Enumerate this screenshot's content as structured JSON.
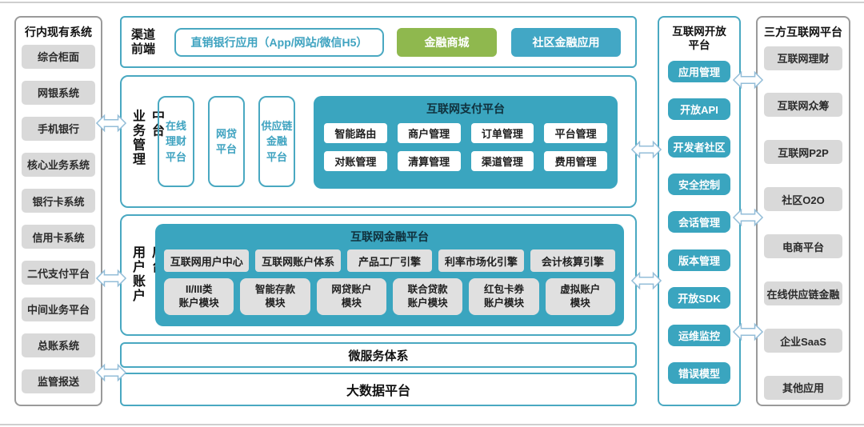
{
  "colors": {
    "teal_fill": "#3AA5BF",
    "teal_border": "#49A8C1",
    "teal_text": "#3FA3C0",
    "green_fill": "#8FB84E",
    "blue_fill": "#42A7C5",
    "gray_fill": "#D9D9D9",
    "gray_border": "#9A9A9A",
    "arrow_stroke": "#93BDD8"
  },
  "left_panel": {
    "title": "行内现有系统",
    "items": [
      "综合柜面",
      "网银系统",
      "手机银行",
      "核心业务系统",
      "银行卡系统",
      "信用卡系统",
      "二代支付平台",
      "中间业务平台",
      "总账系统",
      "监管报送"
    ]
  },
  "channel": {
    "label": "渠道\n前端",
    "app": "直销银行应用（App/网站/微信H5）",
    "mall": "金融商城",
    "community": "社区金融应用"
  },
  "business": {
    "label": "业务管理中台",
    "pillars": [
      "在线\n理财\n平台",
      "网贷\n平台",
      "供应链\n金融\n平台"
    ],
    "payment": {
      "title": "互联网支付平台",
      "modules": [
        "智能路由",
        "商户管理",
        "订单管理",
        "平台管理",
        "对账管理",
        "清算管理",
        "渠道管理",
        "费用管理"
      ]
    }
  },
  "user_account": {
    "label": "用户账户后台",
    "platform_title": "互联网金融平台",
    "row1": [
      "互联网用户中心",
      "互联网账户体系",
      "产品工厂引擎",
      "利率市场化引擎",
      "会计核算引擎"
    ],
    "row2": [
      "II/III类\n账户模块",
      "智能存款\n模块",
      "网贷账户\n模块",
      "联合贷款\n账户模块",
      "红包卡券\n账户模块",
      "虚拟账户\n模块"
    ]
  },
  "bars": {
    "microservice": "微服务体系",
    "bigdata": "大数据平台"
  },
  "open_platform": {
    "title": "互联网开放\n平台",
    "items": [
      "应用管理",
      "开放API",
      "开发者社区",
      "安全控制",
      "会话管理",
      "版本管理",
      "开放SDK",
      "运维监控",
      "错误模型"
    ]
  },
  "third_party": {
    "title": "三方互联网平台",
    "items": [
      "互联网理财",
      "互联网众筹",
      "互联网P2P",
      "社区O2O",
      "电商平台",
      "在线供应链金融",
      "企业SaaS",
      "其他应用"
    ]
  }
}
